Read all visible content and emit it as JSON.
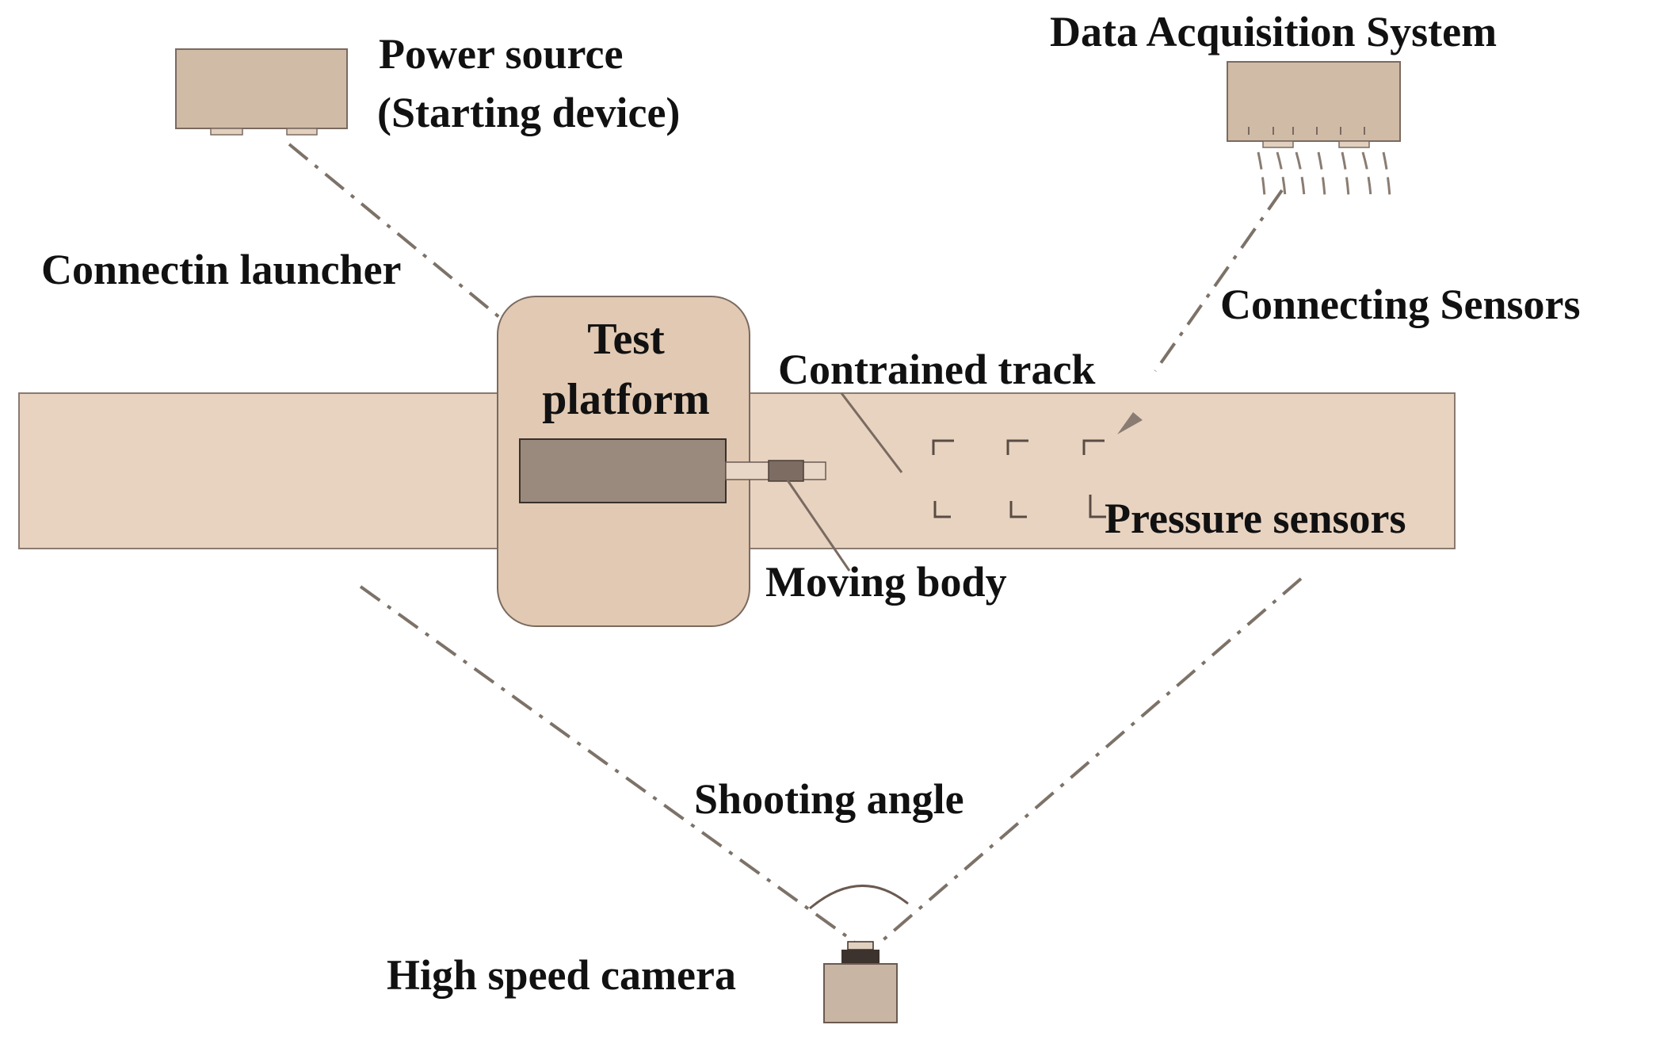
{
  "labels": {
    "power_source_line1": "Power source",
    "power_source_line2": "(Starting device)",
    "data_acquisition": "Data Acquisition System",
    "connecting_launcher": "Connectin launcher",
    "connecting_sensors": "Connecting Sensors",
    "test_platform_line1": "Test",
    "test_platform_line2": "platform",
    "constrained_track": "Contrained track",
    "pressure_sensors": "Pressure sensors",
    "moving_body": "Moving body",
    "shooting_angle": "Shooting angle",
    "high_speed_camera": "High speed camera"
  },
  "colors": {
    "track_fill": "#e8d3c1",
    "device_fill": "#d0bba7",
    "launcher_fill": "#9a8a7e",
    "camera_fill": "#c9b5a3",
    "outline": "#7a6a60",
    "dash_line": "#7d7268",
    "text": "#111111"
  }
}
